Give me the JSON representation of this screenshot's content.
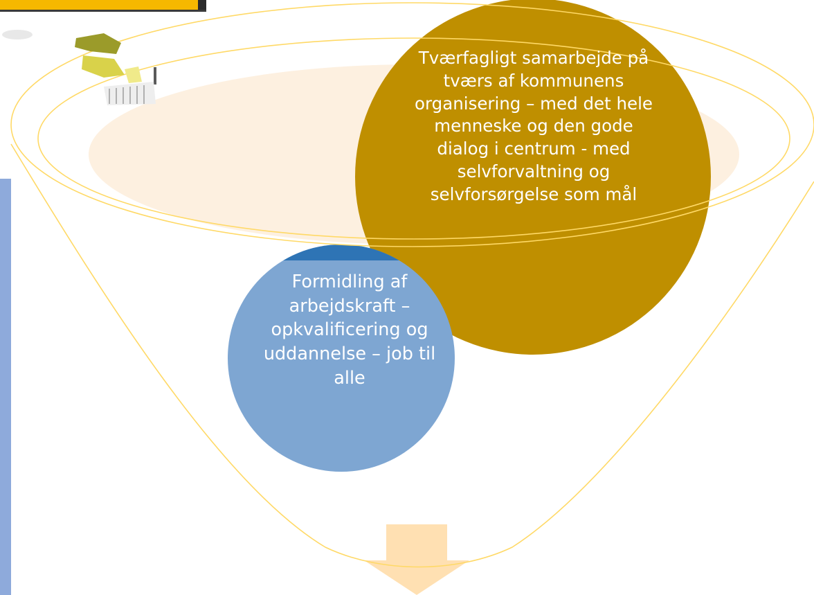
{
  "diagram": {
    "gold_circle": {
      "text": "Tværfagligt samarbejde på tværs af kommunens organisering – med det hele menneske og den gode dialog i centrum - med selvforvaltning og selvforsørgelse som mål"
    },
    "blue_circle": {
      "text": "Formidling af arbejdskraft – opkvalificering og uddannelse – job til alle"
    }
  },
  "colors": {
    "gold_circle": "#bf8f00",
    "blue_circle": "#7ea6d2",
    "blue_circle_cap": "#2e74b5",
    "funnel_outline": "#ffd966",
    "inner_ellipse_fill": "#fdf0e0",
    "arrow": "#ffe0b2",
    "side_bar": "#8eaadb",
    "text": "#ffffff"
  },
  "decorations": {
    "top_left_image": "cartoon-figure-clipart"
  }
}
